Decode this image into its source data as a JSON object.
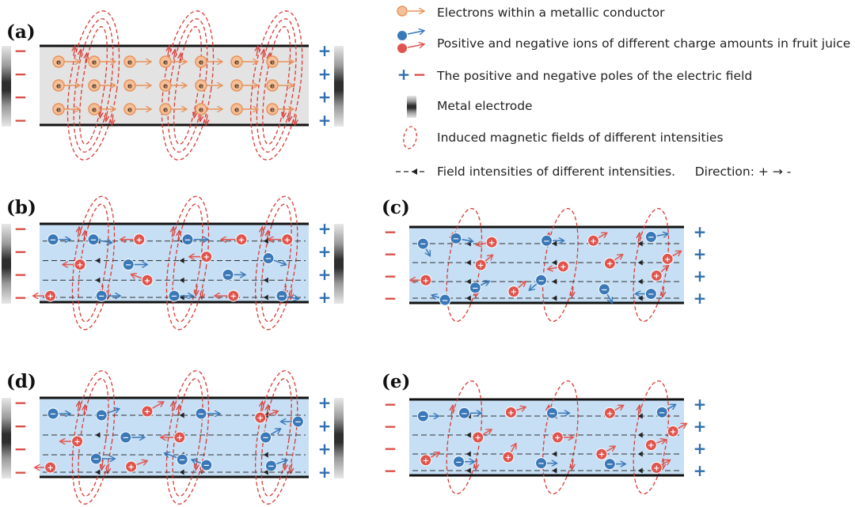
{
  "panels": [
    {
      "label": "(a)",
      "type": "metal"
    },
    {
      "label": "(b)",
      "type": "juice-electrodes"
    },
    {
      "label": "(c)",
      "type": "juice"
    },
    {
      "label": "(d)",
      "type": "juice-electrodes"
    },
    {
      "label": "(e)",
      "type": "juice"
    }
  ],
  "legend": [
    {
      "key": "electron",
      "text": "Electrons within a metallic conductor"
    },
    {
      "key": "ions",
      "text": "Positive and negative ions of different charge amounts in fruit juice"
    },
    {
      "key": "poles",
      "text": "The positive and negative poles of the electric field"
    },
    {
      "key": "electrode",
      "text": "Metal electrode"
    },
    {
      "key": "magnetic",
      "text": "Induced magnetic fields of different intensities"
    },
    {
      "key": "field",
      "text": "Field intensities of different intensities.     Direction: + → -"
    }
  ],
  "symbols": {
    "plus": "+",
    "minus": "−",
    "electron": "e",
    "positive_ion": "+",
    "negative_ion": "−"
  },
  "colors": {
    "electron_orange": "#e8935a",
    "positive_ion_red": "#e0544e",
    "negative_ion_blue": "#3a78b8",
    "field_red": "#d93a34",
    "juice_blue": "#c6dff4",
    "metal_grey": "#e3e3e3"
  }
}
